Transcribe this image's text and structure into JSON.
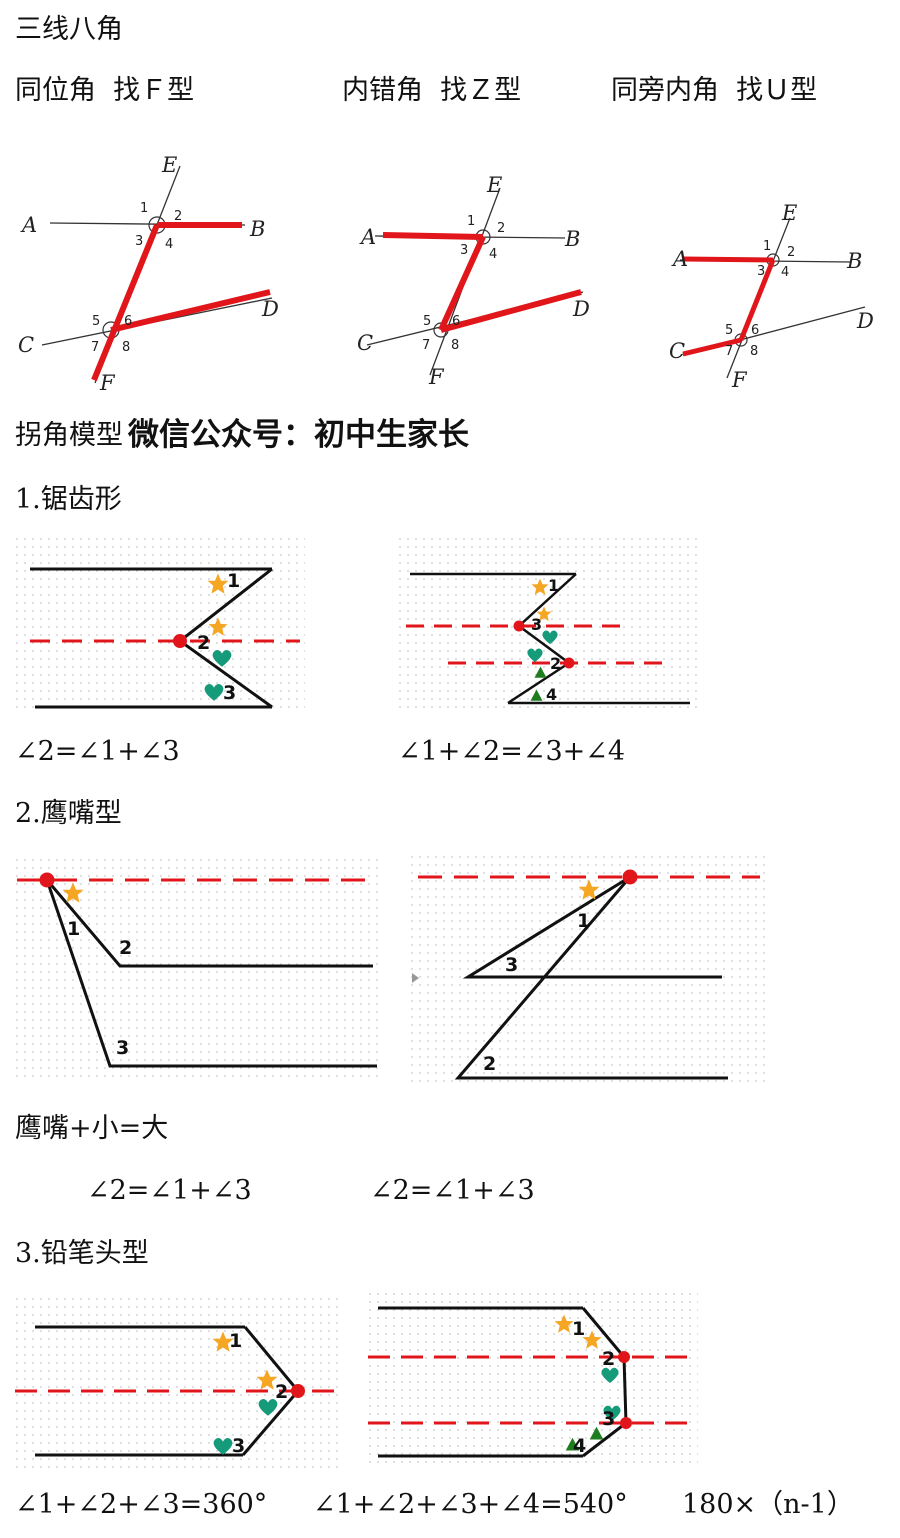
{
  "title": "三线八角",
  "angle_types": [
    {
      "name": "同位角",
      "rule": "找Ｆ型"
    },
    {
      "name": "内错角",
      "rule": "找Ｚ型"
    },
    {
      "name": "同旁内角",
      "rule": "找Ｕ型"
    }
  ],
  "figure_labels": {
    "A": "A",
    "B": "B",
    "C": "C",
    "D": "D",
    "E": "E",
    "F": "F",
    "n1": "1",
    "n2": "2",
    "n3": "3",
    "n4": "4",
    "n5": "5",
    "n6": "6",
    "n7": "7",
    "n8": "8"
  },
  "bend_section": {
    "title": "拐角模型",
    "watermark": "微信公众号：初中生家长"
  },
  "models": [
    {
      "title": "1.锯齿形",
      "formulas": [
        "∠2=∠1+∠3",
        "∠1+∠2=∠3+∠4"
      ]
    },
    {
      "title": "2.鹰嘴型",
      "rule": "鹰嘴+小=大",
      "formulas": [
        "∠2=∠1+∠3",
        "∠2=∠1+∠3"
      ]
    },
    {
      "title": "3.铅笔头型",
      "formulas": [
        "∠1+∠2+∠3=360°",
        "∠1+∠2+∠3+∠4=540°",
        "180×（n-1）"
      ]
    }
  ],
  "nums": {
    "n1": "1",
    "n2": "2",
    "n3": "3",
    "n4": "4"
  },
  "colors": {
    "red": "#e0161b",
    "star": "#f5a623",
    "heart": "#159a7a",
    "triangle": "#1e7d1e"
  }
}
